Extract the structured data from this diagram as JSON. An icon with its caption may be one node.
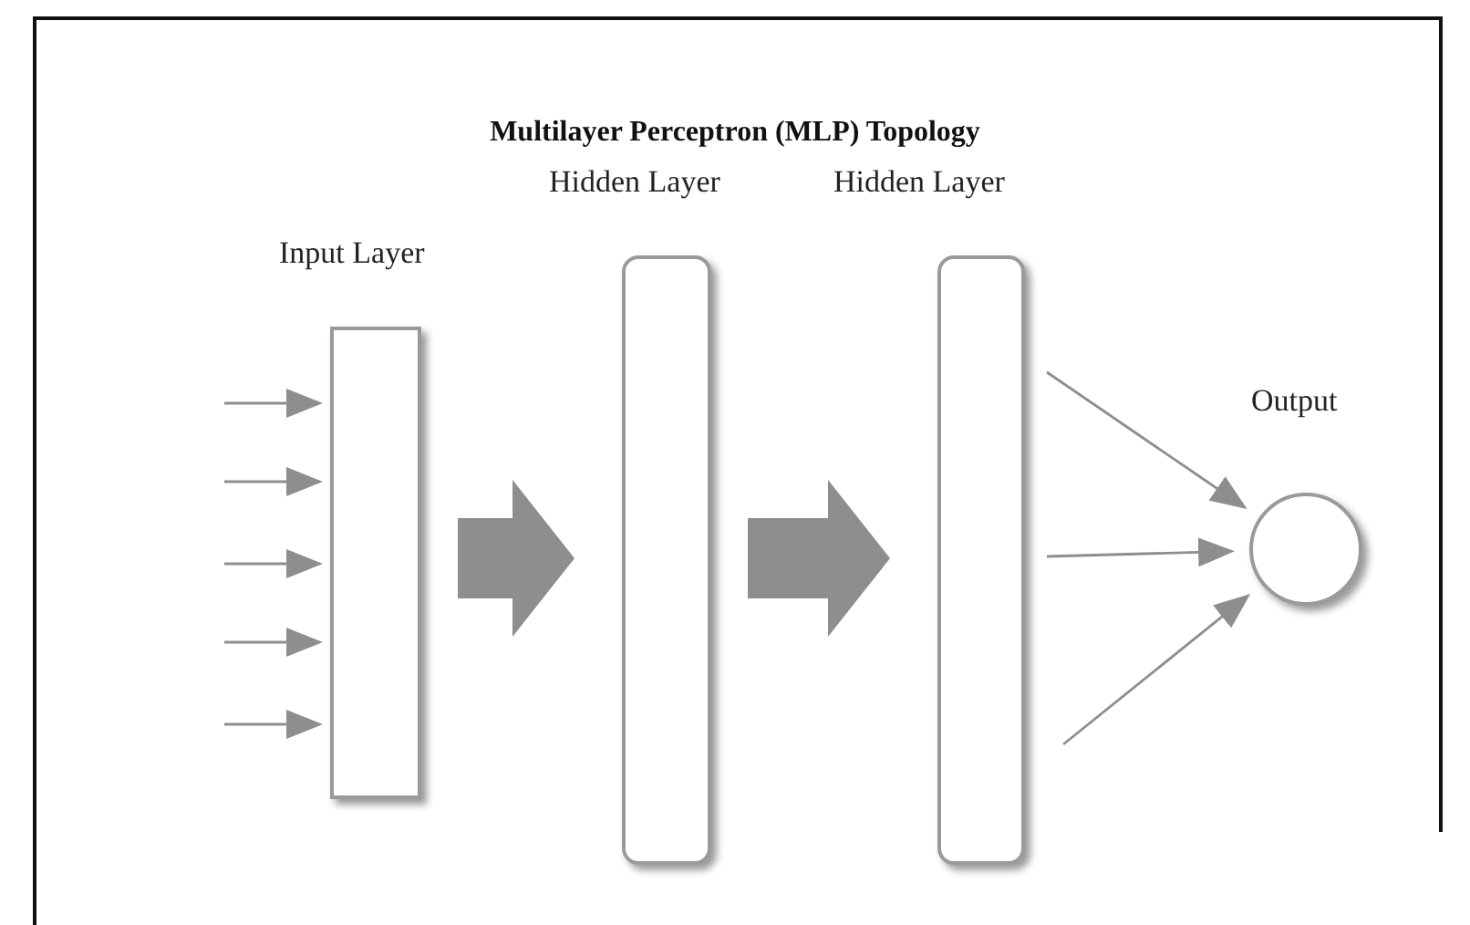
{
  "diagram": {
    "title": "Multilayer Perceptron (MLP) Topology",
    "nodes": [
      {
        "text": [
          "Input Layer"
        ]
      },
      {
        "text": [
          "Hidden Layer"
        ]
      },
      {
        "text": [
          "Hidden Layer"
        ]
      },
      {
        "text": [
          "Output"
        ]
      }
    ],
    "edges": [
      {
        "from": null,
        "to": 0,
        "arrow": "to"
      },
      {
        "from": null,
        "to": 0,
        "arrow": "to"
      },
      {
        "from": null,
        "to": 0,
        "arrow": "to"
      },
      {
        "from": null,
        "to": 0,
        "arrow": "to"
      },
      {
        "from": null,
        "to": 0,
        "arrow": "to"
      },
      {
        "from": 0,
        "to": 1,
        "arrow": "to",
        "style": "thick"
      },
      {
        "from": 1,
        "to": 2,
        "arrow": "to",
        "style": "thick"
      },
      {
        "from": 2,
        "to": 3,
        "arrow": "to"
      },
      {
        "from": 2,
        "to": 3,
        "arrow": "to"
      },
      {
        "from": 2,
        "to": 3,
        "arrow": "to"
      }
    ]
  }
}
